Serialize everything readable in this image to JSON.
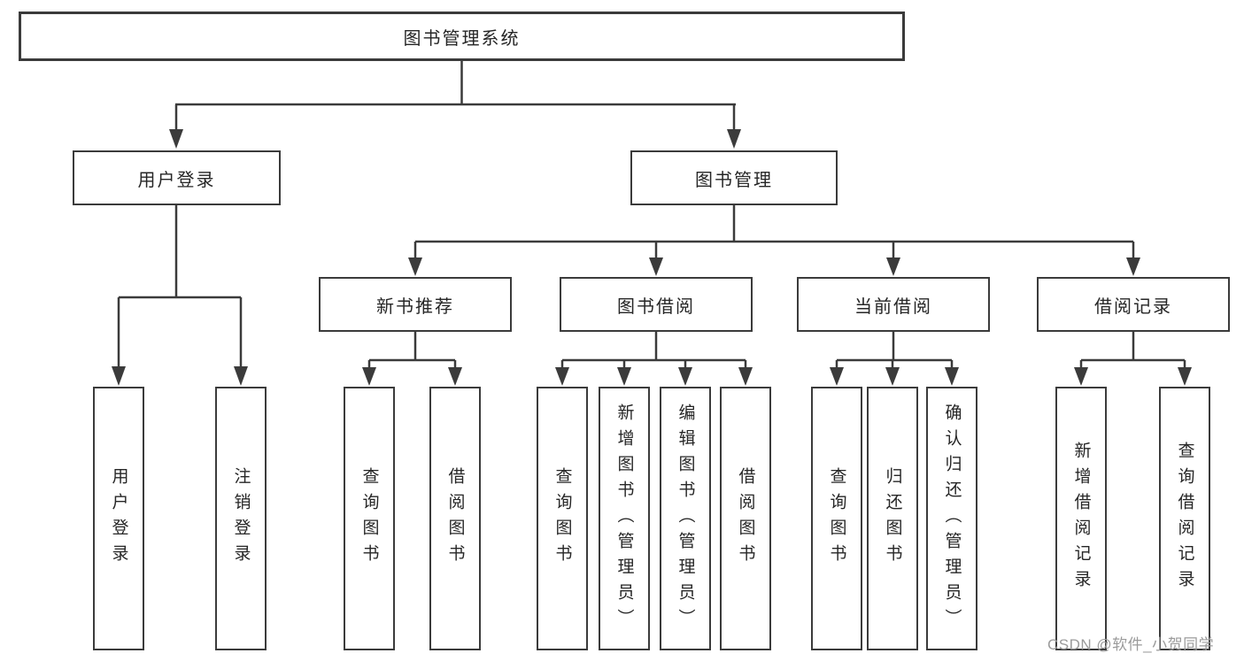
{
  "diagram": {
    "root": "图书管理系统",
    "children": [
      {
        "label": "用户登录",
        "children": [
          "用户登录",
          "注销登录"
        ]
      },
      {
        "label": "图书管理",
        "children": [
          {
            "label": "新书推荐",
            "children": [
              "查询图书",
              "借阅图书"
            ]
          },
          {
            "label": "图书借阅",
            "children": [
              "查询图书",
              "新增图书（管理员）",
              "编辑图书（管理员）",
              "借阅图书"
            ]
          },
          {
            "label": "当前借阅",
            "children": [
              "查询图书",
              "归还图书",
              "确认归还（管理员）"
            ]
          },
          {
            "label": "借阅记录",
            "children": [
              "新增借阅记录",
              "查询借阅记录"
            ]
          }
        ]
      }
    ]
  },
  "colors": {
    "line": "#3b3b3b",
    "box_border": "#3b3b3b",
    "text": "#262626",
    "watermark": "#9b9b9b",
    "background": "#ffffff"
  },
  "watermark": {
    "text": "CSDN @软件_小贺同学"
  }
}
